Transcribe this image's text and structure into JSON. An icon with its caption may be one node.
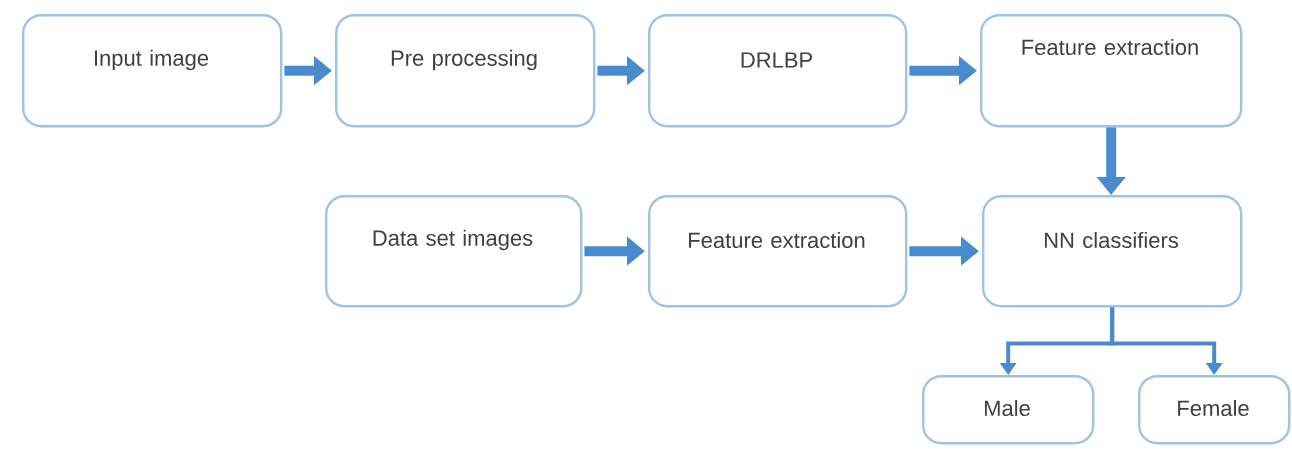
{
  "diagram": {
    "nodes": [
      {
        "text": [
          "Input image"
        ]
      },
      {
        "text": [
          "Pre processing"
        ]
      },
      {
        "text": [
          "DRLBP"
        ]
      },
      {
        "text": [
          "Feature extraction"
        ]
      },
      {
        "text": [
          "Data set images"
        ]
      },
      {
        "text": [
          "Feature extraction"
        ]
      },
      {
        "text": [
          "NN classifiers"
        ]
      },
      {
        "text": [
          "Male"
        ]
      },
      {
        "text": [
          "Female"
        ]
      }
    ],
    "edges": [
      {
        "from": 0,
        "to": 1,
        "arrow": "to"
      },
      {
        "from": 1,
        "to": 2,
        "arrow": "to"
      },
      {
        "from": 2,
        "to": 3,
        "arrow": "to"
      },
      {
        "from": 3,
        "to": 6,
        "arrow": "to"
      },
      {
        "from": 4,
        "to": 5,
        "arrow": "to"
      },
      {
        "from": 5,
        "to": 6,
        "arrow": "to"
      },
      {
        "from": 6,
        "to": 7,
        "arrow": "to"
      },
      {
        "from": 6,
        "to": 8,
        "arrow": "to"
      }
    ]
  }
}
